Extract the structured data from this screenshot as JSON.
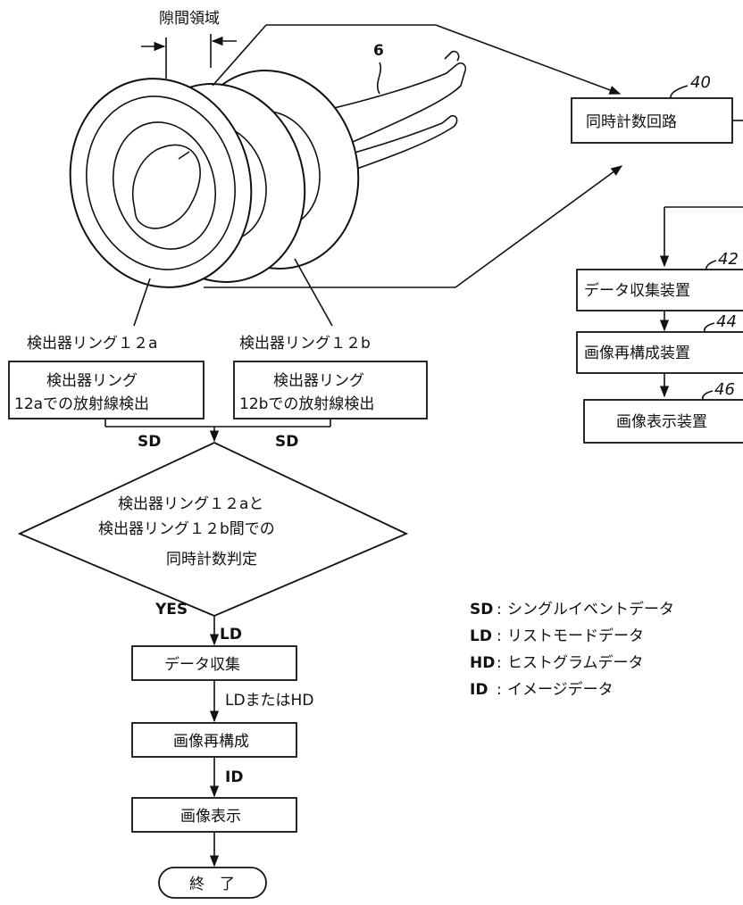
{
  "illustration": {
    "gap_region_label": "隙間領域",
    "subject_ref": "6",
    "ring_a_label": "検出器リング１２a",
    "ring_b_label": "検出器リング１２b"
  },
  "devices": {
    "coincidence_ref": "40",
    "coincidence": "同時計数回路",
    "data_collection_ref": "42",
    "data_collection": "データ収集装置",
    "reconstruction_ref": "44",
    "reconstruction": "画像再構成装置",
    "display_ref": "46",
    "display": "画像表示装置"
  },
  "flow": {
    "detect_a_line1": "検出器リング",
    "detect_a_line2": "12aでの放射線検出",
    "detect_b_line1": "検出器リング",
    "detect_b_line2": "12bでの放射線検出",
    "sd_left": "SD",
    "sd_right": "SD",
    "decision_line1": "検出器リング１２aと",
    "decision_line2": "検出器リング１２b間での",
    "decision_line3": "同時計数判定",
    "yes": "YES",
    "ld": "LD",
    "collect": "データ収集",
    "ld_or_hd": "LDまたはHD",
    "reconstruct": "画像再構成",
    "id": "ID",
    "display": "画像表示",
    "end": "終　了"
  },
  "legend": [
    {
      "abbr": "SD",
      "desc": "シングルイベントデータ"
    },
    {
      "abbr": "LD",
      "desc": "リストモードデータ"
    },
    {
      "abbr": "HD",
      "desc": "ヒストグラムデータ"
    },
    {
      "abbr": "ID",
      "desc": "イメージデータ"
    }
  ]
}
